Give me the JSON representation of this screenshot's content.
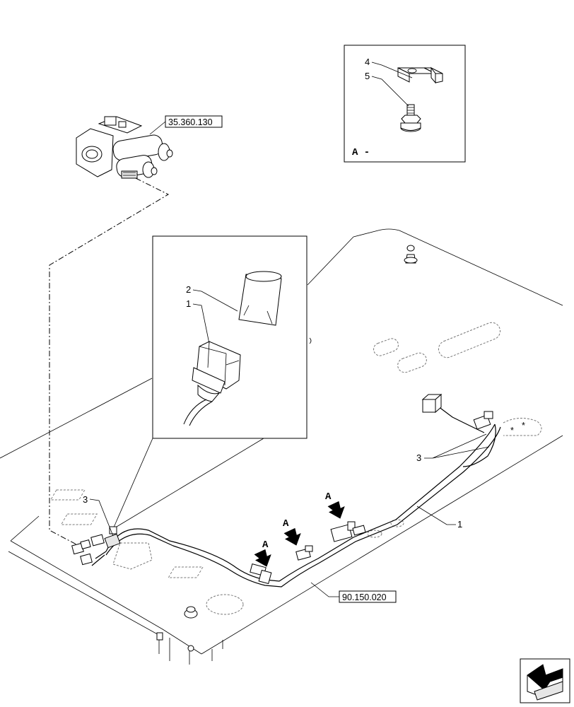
{
  "diagram": {
    "references": {
      "upper_assembly": "35.360.130",
      "lower_assembly": "90.150.020"
    },
    "detail_view_label": "A -",
    "view_markers": [
      "A",
      "A",
      "A"
    ],
    "callouts": {
      "detail_a": [
        "4",
        "5"
      ],
      "inset": [
        "2",
        "1"
      ],
      "main": [
        "3",
        "3",
        "1"
      ]
    },
    "icons": [
      "navigation-arrow-icon"
    ]
  }
}
